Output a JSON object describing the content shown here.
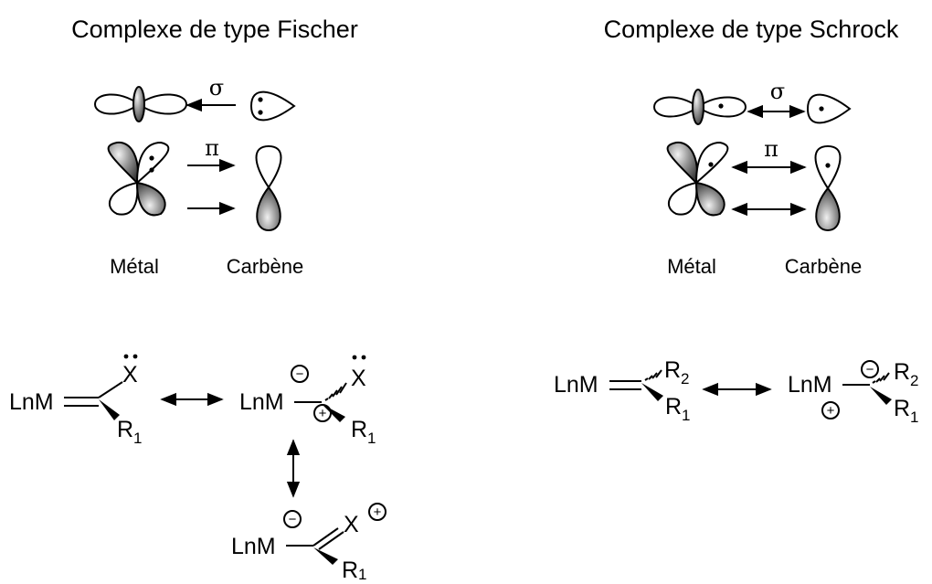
{
  "fischer": {
    "title": "Complexe de type Fischer",
    "sigma": "σ",
    "pi": "π",
    "metal_label": "Métal",
    "carbene_label": "Carbène",
    "structures": {
      "s1": {
        "metal": "LnM",
        "x": "X",
        "r": "R",
        "r_sub": "1"
      },
      "s2": {
        "metal": "LnM",
        "x": "X",
        "r": "R",
        "r_sub": "1",
        "neg": "−",
        "pos": "+"
      },
      "s3": {
        "metal": "LnM",
        "x": "X",
        "r": "R",
        "r_sub": "1",
        "neg": "−",
        "pos": "+"
      }
    }
  },
  "schrock": {
    "title": "Complexe de type Schrock",
    "sigma": "σ",
    "pi": "π",
    "metal_label": "Métal",
    "carbene_label": "Carbène",
    "structures": {
      "s1": {
        "metal": "LnM",
        "r2": "R",
        "r2_sub": "2",
        "r1": "R",
        "r1_sub": "1"
      },
      "s2": {
        "metal": "LnM",
        "r2": "R",
        "r2_sub": "2",
        "r1": "R",
        "r1_sub": "1",
        "neg": "−",
        "pos": "+"
      }
    }
  }
}
